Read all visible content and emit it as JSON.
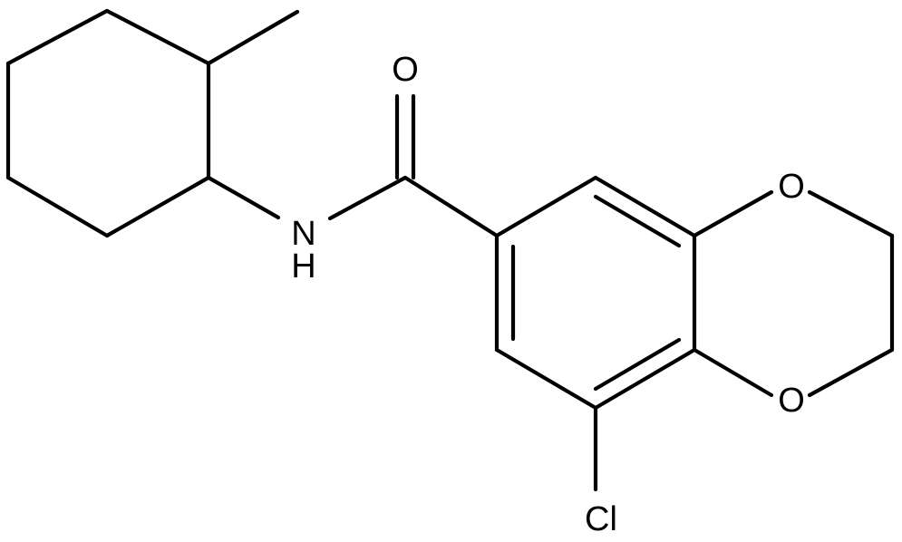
{
  "colors": {
    "background": "#ffffff",
    "ink": "#000000"
  },
  "atoms": {
    "carbonyl_oxygen": "O",
    "amide_nitrogen": "N",
    "amide_hydrogen": "H",
    "ring_oxygen_upper": "O",
    "ring_oxygen_lower": "O",
    "chlorine": "Cl"
  }
}
